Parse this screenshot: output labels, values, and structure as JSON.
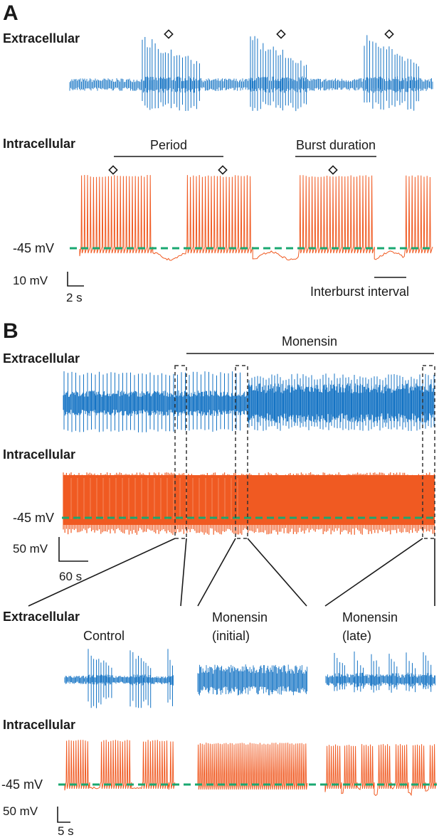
{
  "colors": {
    "extracellular": "#1473c4",
    "intracellular": "#f05a22",
    "threshold": "#1aa871",
    "ink": "#1a1a1a",
    "box": "#333333"
  },
  "panel_a": {
    "letter": "A",
    "extracellular_label": "Extracellular",
    "intracellular_label": "Intracellular",
    "period_label": "Period",
    "burst_duration_label": "Burst duration",
    "interburst_label": "Interburst interval",
    "threshold_label": "-45 mV",
    "scale_y_label": "10 mV",
    "scale_x_label": "2 s",
    "marker_icon": "diamond-marker-icon"
  },
  "panel_b": {
    "letter": "B",
    "treatment_label": "Monensin",
    "extracellular_label": "Extracellular",
    "intracellular_label": "Intracellular",
    "threshold_label": "-45 mV",
    "scale_y_label": "50 mV",
    "scale_x_label": "60 s",
    "insets": {
      "extracellular_label": "Extracellular",
      "intracellular_label": "Intracellular",
      "control_label": "Control",
      "initial_label_1": "Monensin",
      "initial_label_2": "(initial)",
      "late_label_1": "Monensin",
      "late_label_2": "(late)",
      "threshold_label": "-45 mV",
      "scale_y_label": "50 mV",
      "scale_x_label": "5 s"
    }
  }
}
